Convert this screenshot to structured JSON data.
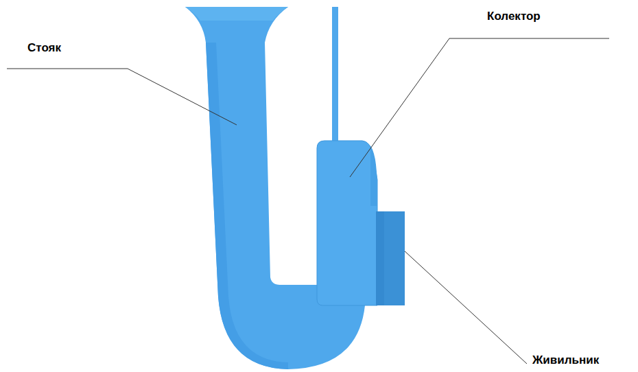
{
  "diagram": {
    "labels": [
      "Стояк",
      "Колектор",
      "Живильник"
    ]
  }
}
